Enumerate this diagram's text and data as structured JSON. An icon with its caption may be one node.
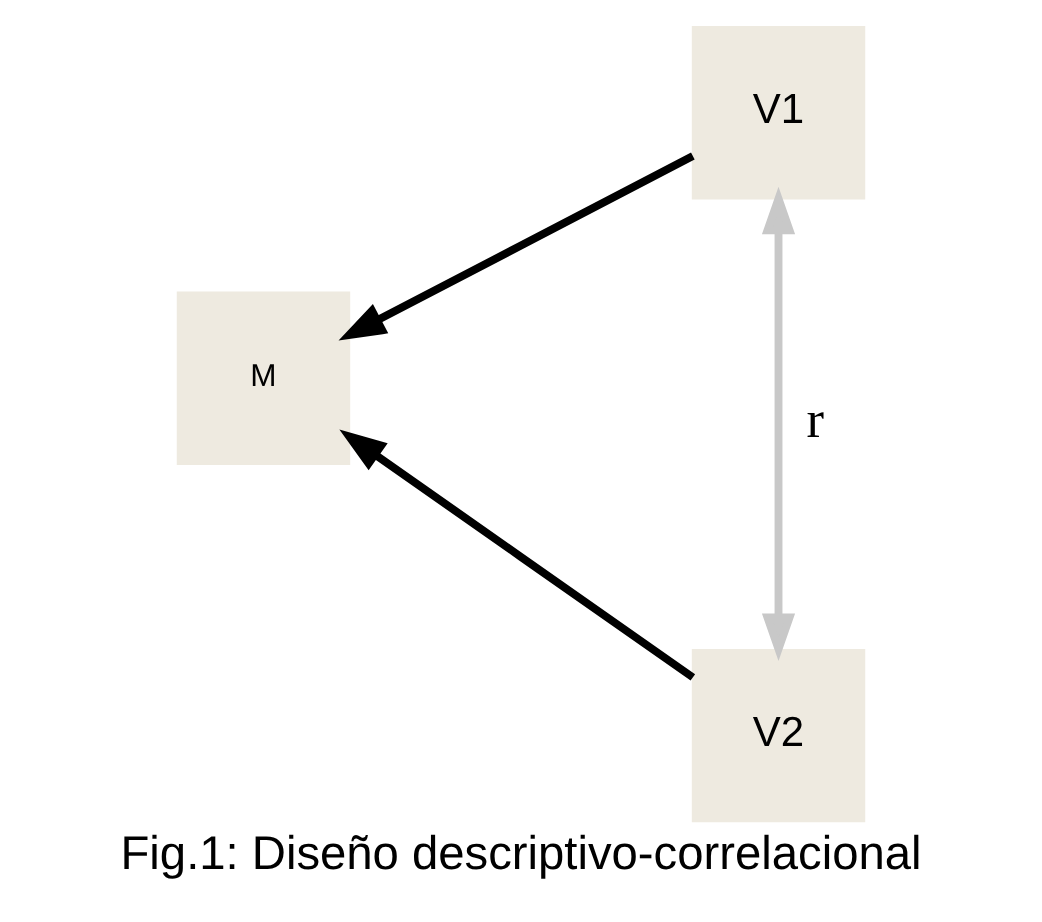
{
  "diagram": {
    "caption": "Fig.1: Diseño descriptivo-correlacional",
    "nodes": [
      {
        "text": [
          "M"
        ]
      },
      {
        "text": [
          "V1"
        ]
      },
      {
        "text": [
          "V2"
        ]
      }
    ],
    "edges": [
      {
        "from": 1,
        "to": 0,
        "arrow": "to"
      },
      {
        "from": 2,
        "to": 0,
        "arrow": "to"
      },
      {
        "from": 1,
        "to": 2,
        "arrow": "both",
        "label": "r",
        "color": "#c8c8c8"
      }
    ]
  }
}
